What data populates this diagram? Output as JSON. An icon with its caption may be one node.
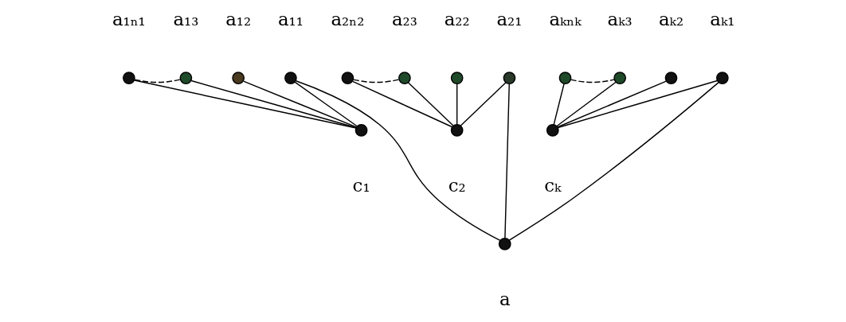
{
  "diagram": {
    "nodes": [
      {
        "text": [],
        "shape": "circle",
        "beside": [
          "a₁ₙ₁"
        ]
      },
      {
        "text": [],
        "shape": "circle",
        "beside": [
          "a₁₃"
        ]
      },
      {
        "text": [],
        "shape": "circle",
        "beside": [
          "a₁₂"
        ]
      },
      {
        "text": [],
        "shape": "circle",
        "beside": [
          "a₁₁"
        ]
      },
      {
        "text": [],
        "shape": "circle",
        "beside": [
          "a₂ₙ₂"
        ]
      },
      {
        "text": [],
        "shape": "circle",
        "beside": [
          "a₂₃"
        ]
      },
      {
        "text": [],
        "shape": "circle",
        "beside": [
          "a₂₂"
        ]
      },
      {
        "text": [],
        "shape": "circle",
        "beside": [
          "a₂₁"
        ]
      },
      {
        "text": [],
        "shape": "circle",
        "beside": [
          "aₖₙₖ"
        ]
      },
      {
        "text": [],
        "shape": "circle",
        "beside": [
          "aₖ₃"
        ]
      },
      {
        "text": [],
        "shape": "circle",
        "beside": [
          "aₖ₂"
        ]
      },
      {
        "text": [],
        "shape": "circle",
        "beside": [
          "aₖ₁"
        ]
      },
      {
        "text": [],
        "shape": "circle",
        "beside": [
          "c₁"
        ]
      },
      {
        "text": [],
        "shape": "circle",
        "beside": [
          "c₂"
        ]
      },
      {
        "text": [],
        "shape": "circle",
        "beside": [
          "cₖ"
        ]
      },
      {
        "text": [],
        "shape": "circle",
        "beside": [
          "a"
        ]
      }
    ],
    "edges": [
      {
        "from": 0,
        "to": 1,
        "arrow": "none",
        "style": "dashed"
      },
      {
        "from": 4,
        "to": 5,
        "arrow": "none",
        "style": "dashed"
      },
      {
        "from": 8,
        "to": 9,
        "arrow": "none",
        "style": "dashed"
      },
      {
        "from": 12,
        "to": 0,
        "arrow": "none"
      },
      {
        "from": 12,
        "to": 1,
        "arrow": "none"
      },
      {
        "from": 12,
        "to": 2,
        "arrow": "none"
      },
      {
        "from": 12,
        "to": 3,
        "arrow": "none"
      },
      {
        "from": 13,
        "to": 4,
        "arrow": "none"
      },
      {
        "from": 13,
        "to": 5,
        "arrow": "none"
      },
      {
        "from": 13,
        "to": 6,
        "arrow": "none"
      },
      {
        "from": 13,
        "to": 7,
        "arrow": "none"
      },
      {
        "from": 14,
        "to": 8,
        "arrow": "none"
      },
      {
        "from": 14,
        "to": 9,
        "arrow": "none"
      },
      {
        "from": 14,
        "to": 10,
        "arrow": "none"
      },
      {
        "from": 14,
        "to": 11,
        "arrow": "none"
      },
      {
        "from": 15,
        "to": 3,
        "arrow": "none"
      },
      {
        "from": 15,
        "to": 7,
        "arrow": "none"
      },
      {
        "from": 15,
        "to": 11,
        "arrow": "none"
      }
    ]
  }
}
